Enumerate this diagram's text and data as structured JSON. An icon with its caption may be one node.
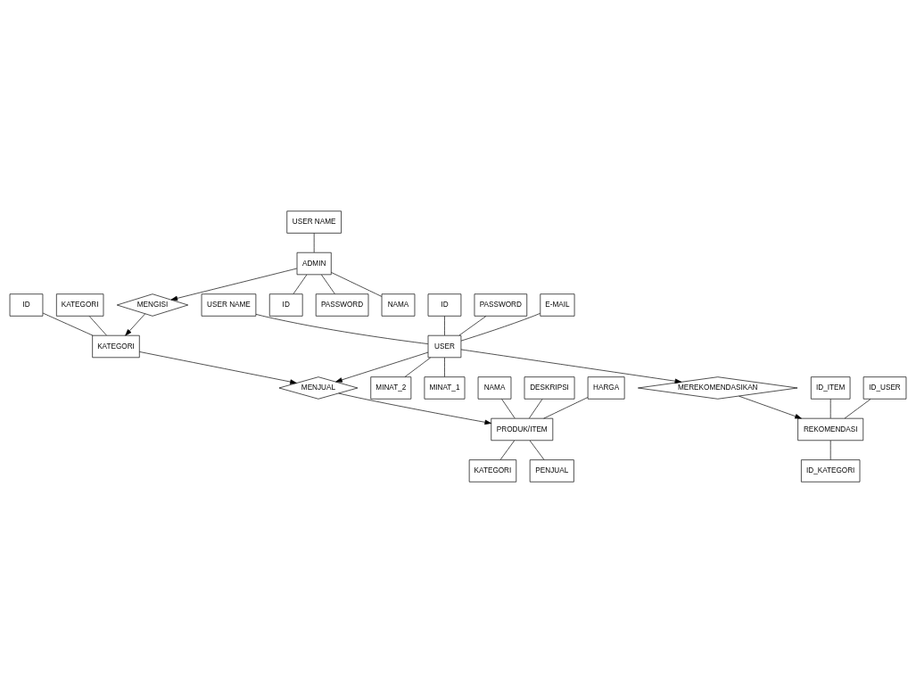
{
  "diagram": {
    "nodes": [
      {
        "text": [
          "USER NAME"
        ]
      },
      {
        "text": [
          "ID"
        ]
      },
      {
        "text": [
          "PASSWORD"
        ]
      },
      {
        "text": [
          "E-MAIL"
        ]
      },
      {
        "text": [
          "USER"
        ]
      },
      {
        "text": [
          "MINAT_2"
        ]
      },
      {
        "text": [
          "MINAT_1"
        ]
      },
      {
        "text": [
          "MENJUAL"
        ]
      },
      {
        "text": [
          "NAMA"
        ]
      },
      {
        "text": [
          "DESKRIPSI"
        ]
      },
      {
        "text": [
          "HARGA"
        ]
      },
      {
        "text": [
          "PRODUK/ITEM"
        ]
      },
      {
        "text": [
          "KATEGORI"
        ]
      },
      {
        "text": [
          "PENJUAL"
        ]
      },
      {
        "text": [
          "ID"
        ]
      },
      {
        "text": [
          "KATEGORI"
        ]
      },
      {
        "text": [
          "KATEGORI"
        ]
      },
      {
        "text": [
          "MEREKOMENDASIKAN"
        ]
      },
      {
        "text": [
          "ID_ITEM"
        ]
      },
      {
        "text": [
          "ID_USER"
        ]
      },
      {
        "text": [
          "REKOMENDASI"
        ]
      },
      {
        "text": [
          "ID_KATEGORI"
        ]
      },
      {
        "text": [
          "MENGISI"
        ]
      },
      {
        "text": [
          "USER NAME"
        ]
      },
      {
        "text": [
          "ADMIN"
        ]
      },
      {
        "text": [
          "ID"
        ]
      },
      {
        "text": [
          "PASSWORD"
        ]
      },
      {
        "text": [
          "NAMA"
        ]
      }
    ],
    "edges": [
      {
        "from": 0,
        "to": 4,
        "arrow": "none"
      },
      {
        "from": 1,
        "to": 4,
        "arrow": "none"
      },
      {
        "from": 2,
        "to": 4,
        "arrow": "none"
      },
      {
        "from": 3,
        "to": 4,
        "arrow": "none"
      },
      {
        "from": 4,
        "to": 5,
        "arrow": "none"
      },
      {
        "from": 4,
        "to": 6,
        "arrow": "none"
      },
      {
        "from": 4,
        "to": 7,
        "arrow": "to"
      },
      {
        "from": 7,
        "to": 11,
        "arrow": "to"
      },
      {
        "from": 8,
        "to": 11,
        "arrow": "none"
      },
      {
        "from": 9,
        "to": 11,
        "arrow": "none"
      },
      {
        "from": 10,
        "to": 11,
        "arrow": "none"
      },
      {
        "from": 11,
        "to": 12,
        "arrow": "none"
      },
      {
        "from": 11,
        "to": 13,
        "arrow": "none"
      },
      {
        "from": 16,
        "to": 7,
        "arrow": "to"
      },
      {
        "from": 14,
        "to": 16,
        "arrow": "none"
      },
      {
        "from": 15,
        "to": 16,
        "arrow": "none"
      },
      {
        "from": 4,
        "to": 17,
        "arrow": "to"
      },
      {
        "from": 17,
        "to": 20,
        "arrow": "to"
      },
      {
        "from": 18,
        "to": 20,
        "arrow": "none"
      },
      {
        "from": 19,
        "to": 20,
        "arrow": "none"
      },
      {
        "from": 20,
        "to": 21,
        "arrow": "none"
      },
      {
        "from": 24,
        "to": 22,
        "arrow": "to"
      },
      {
        "from": 22,
        "to": 16,
        "arrow": "to"
      },
      {
        "from": 23,
        "to": 24,
        "arrow": "none"
      },
      {
        "from": 24,
        "to": 25,
        "arrow": "none"
      },
      {
        "from": 24,
        "to": 26,
        "arrow": "none"
      },
      {
        "from": 24,
        "to": 27,
        "arrow": "none"
      }
    ]
  }
}
